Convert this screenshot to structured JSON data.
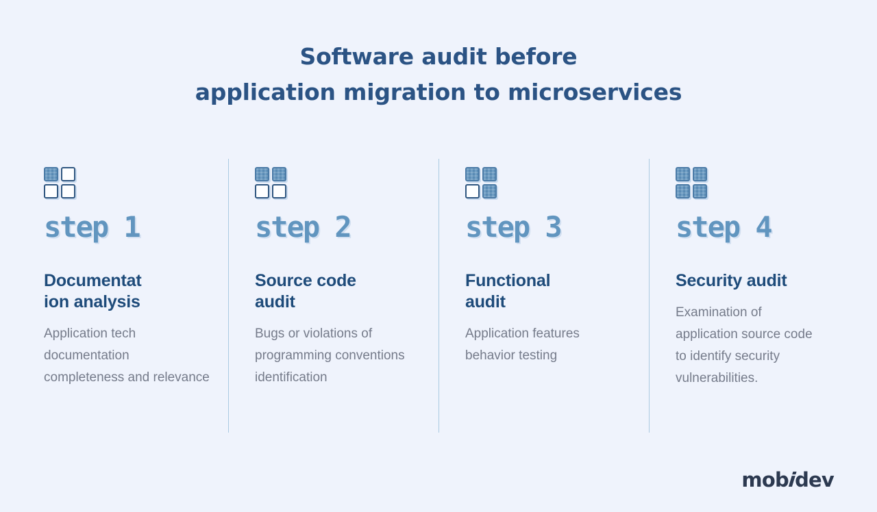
{
  "title": "Software audit before\napplication migration to microservices",
  "steps": [
    {
      "label": "step 1",
      "icon": {
        "name": "grid-2x2-icon",
        "filled": [
          true,
          false,
          false,
          false
        ]
      },
      "heading": "Documentat\nion analysis",
      "body": "Application tech documentation completeness and relevance"
    },
    {
      "label": "step 2",
      "icon": {
        "name": "grid-2x2-icon",
        "filled": [
          true,
          true,
          false,
          false
        ]
      },
      "heading": "Source code\naudit",
      "body": "Bugs or violations of programming conventions identification"
    },
    {
      "label": "step 3",
      "icon": {
        "name": "grid-2x2-icon",
        "filled": [
          true,
          true,
          false,
          true
        ]
      },
      "heading": "Functional\naudit",
      "body": "Application features behavior testing"
    },
    {
      "label": "step 4",
      "icon": {
        "name": "grid-2x2-icon",
        "filled": [
          true,
          true,
          true,
          true
        ]
      },
      "heading": "Security audit",
      "body": "Examination of application source code to identify security vulnerabilities."
    }
  ],
  "logo": {
    "prefix": "mob",
    "i": "i",
    "suffix": "dev"
  },
  "colors": {
    "background": "#EFF3FC",
    "title": "#2B5384",
    "heading": "#1E4B7A",
    "body_text": "#757B8A",
    "step_label": "#6195BF",
    "divider": "#ABCBE2",
    "square_filled": "#6093BD",
    "square_outline": "#2F5680",
    "logo": "#2C3950"
  }
}
